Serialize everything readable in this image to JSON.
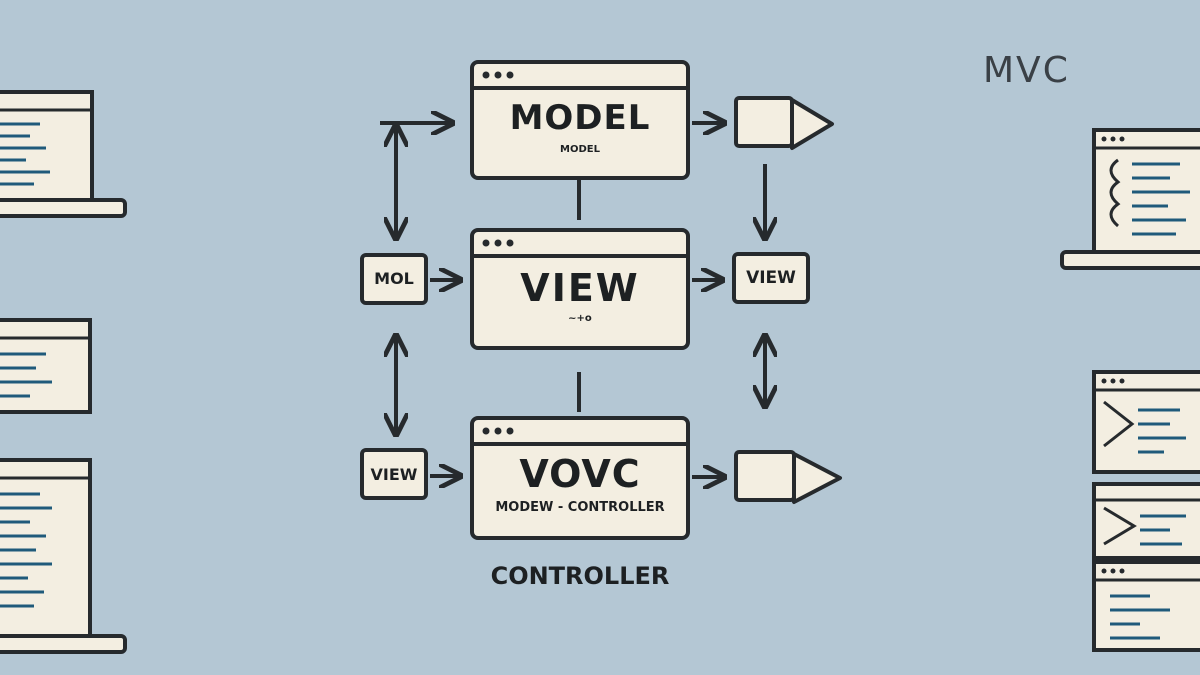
{
  "corner_label": "MVC",
  "blocks": {
    "model": {
      "title": "MODEL",
      "subtitle": "MODEL"
    },
    "view": {
      "title": "VIEW",
      "subtitle": "~+o"
    },
    "controller": {
      "title": "VOVC",
      "subtitle": "MODEW - CONTROLLER",
      "caption": "CONTROLLER"
    }
  },
  "side_boxes": {
    "left_top": "MOL",
    "left_bottom": "VIEW",
    "right_middle": "VIEW"
  },
  "colors": {
    "background": "#b4c7d4",
    "box_fill": "#f3eee1",
    "stroke": "#262a2d",
    "code_lines": "#1f5a7a"
  }
}
